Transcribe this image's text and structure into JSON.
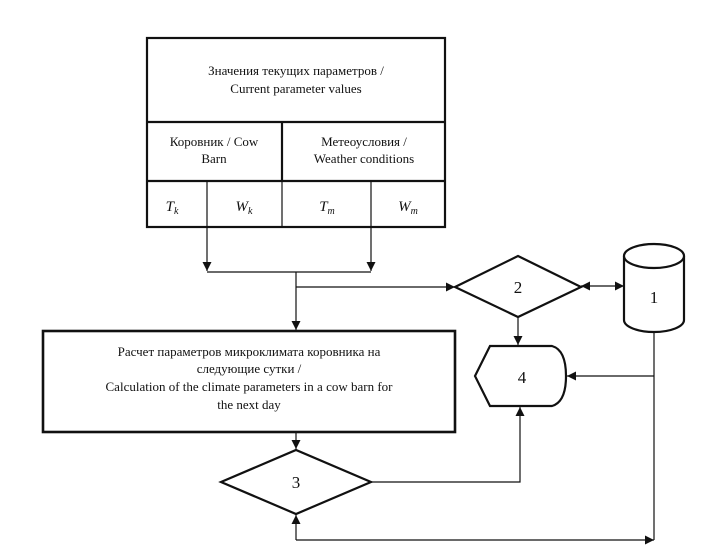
{
  "diagram": {
    "type": "flowchart",
    "input_table": {
      "header_line1": "Значения текущих параметров /",
      "header_line2": "Current parameter values",
      "group_barn_line1": "Коровник / Cow",
      "group_barn_line2": "Barn",
      "group_weather_line1": "Метеоусловия  /",
      "group_weather_line2": "Weather conditions",
      "variables": [
        {
          "base": "T",
          "sub": "k"
        },
        {
          "base": "W",
          "sub": "k"
        },
        {
          "base": "T",
          "sub": "m"
        },
        {
          "base": "W",
          "sub": "m"
        }
      ]
    },
    "process_box": {
      "line1": "Расчет параметров микроклимата коровника на",
      "line2": "следующие сутки /",
      "line3": "Calculation of the climate parameters in a cow barn for",
      "line4": "the next day"
    },
    "nodes": {
      "database": "1",
      "decision_2": "2",
      "decision_3": "3",
      "display_4": "4"
    }
  }
}
